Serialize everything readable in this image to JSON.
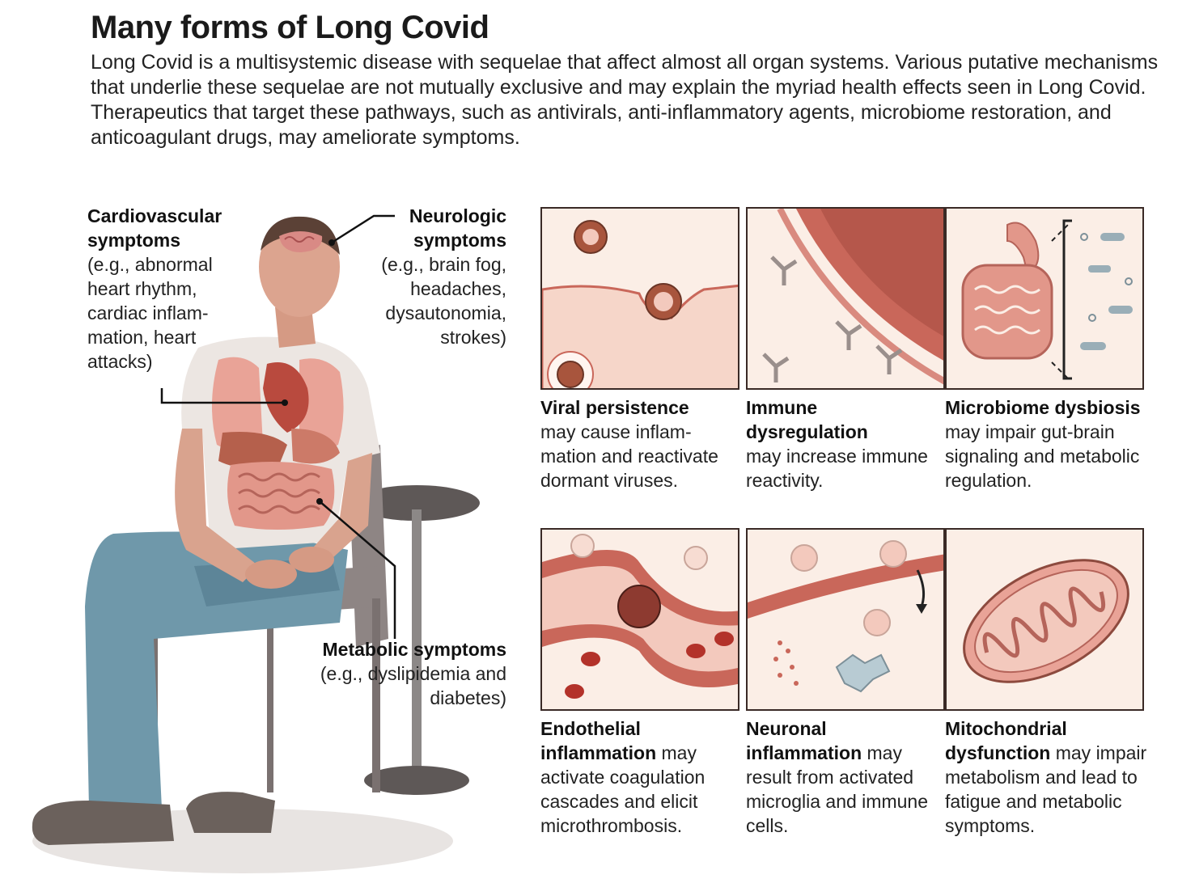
{
  "header": {
    "title": "Many forms of Long Covid",
    "intro": "Long Covid is a multisystemic disease with sequelae that affect almost all organ systems. Various putative mechanisms that underlie these sequelae are not mutually exclusive and may explain the myriad health effects seen in Long Covid. Therapeutics that target these pathways, such as antivirals, anti-inflammatory agents, microbiome restoration, and anticoagulant drugs, may ameliorate symptoms."
  },
  "symptoms": {
    "cardiovascular": {
      "title": "Cardiovascular symptoms",
      "detail": "(e.g., abnormal heart rhythm, cardiac inflam-mation, heart attacks)"
    },
    "neurologic": {
      "title": "Neurologic symptoms",
      "detail": "(e.g., brain fog, headaches, dysautonomia, strokes)"
    },
    "metabolic": {
      "title": "Metabolic symptoms",
      "detail": "(e.g., dyslipidemia and diabetes)"
    }
  },
  "mechanisms": [
    {
      "title": "Viral persistence",
      "text": "may cause inflam-mation and reactivate dormant viruses."
    },
    {
      "title": "Immune dysregulation",
      "text": "may increase immune reactivity."
    },
    {
      "title": "Microbiome dysbiosis",
      "text": "may impair gut-brain signaling and metabolic regulation."
    },
    {
      "title": "Endothelial inflammation",
      "text": "may activate coagulation cascades and elicit microthrombosis."
    },
    {
      "title": "Neuronal inflammation",
      "text": "may result from activated microglia and immune cells."
    },
    {
      "title": "Mitochondrial dysfunction",
      "text": "may impair metabolism and lead to fatigue and metabolic symptoms."
    }
  ],
  "colors": {
    "panel_bg": "#fbeee6",
    "tissue": "#c9675a",
    "cell_pink": "#f3c9bd",
    "jeans": "#6f98aa",
    "border": "#3a2a26"
  }
}
